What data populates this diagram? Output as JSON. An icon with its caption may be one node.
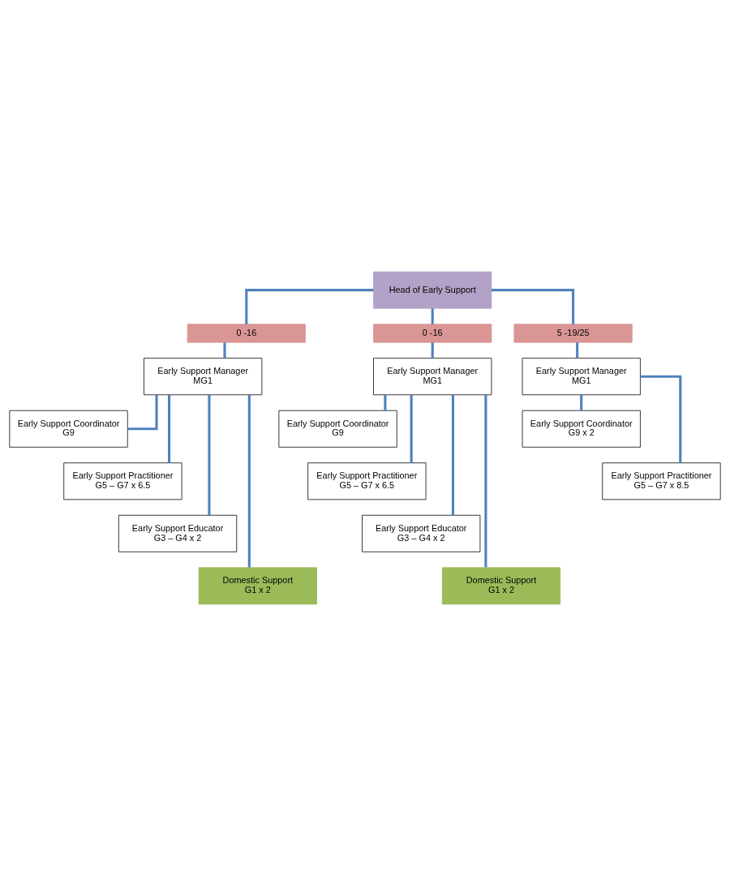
{
  "diagram": {
    "nodes": [
      {
        "text": [
          "Head of Early Support"
        ]
      },
      {
        "text": [
          "0 -16"
        ]
      },
      {
        "text": [
          "0 -16"
        ]
      },
      {
        "text": [
          "5 -19/25"
        ]
      },
      {
        "text": [
          "Early Support Manager",
          "MG1"
        ]
      },
      {
        "text": [
          "Early Support Manager",
          "MG1"
        ]
      },
      {
        "text": [
          "Early Support Manager",
          "MG1"
        ]
      },
      {
        "text": [
          "Early Support Coordinator",
          "G9"
        ]
      },
      {
        "text": [
          "Early Support Practitioner",
          "G5 – G7 x 6.5"
        ]
      },
      {
        "text": [
          "Early Support Educator",
          "G3 – G4 x 2"
        ]
      },
      {
        "text": [
          "Domestic Support",
          "G1 x 2"
        ]
      },
      {
        "text": [
          "Early Support Coordinator",
          "G9"
        ]
      },
      {
        "text": [
          "Early Support Practitioner",
          "G5 – G7 x 6.5"
        ]
      },
      {
        "text": [
          "Early Support Educator",
          "G3 – G4 x 2"
        ]
      },
      {
        "text": [
          "Domestic Support",
          "G1 x 2"
        ]
      },
      {
        "text": [
          "Early Support Coordinator",
          "G9 x 2"
        ]
      },
      {
        "text": [
          "Early Support Practitioner",
          "G5 – G7 x 8.5"
        ]
      }
    ],
    "edges": [
      {
        "from": 0,
        "to": 1,
        "arrow": "none"
      },
      {
        "from": 0,
        "to": 2,
        "arrow": "none"
      },
      {
        "from": 0,
        "to": 3,
        "arrow": "none"
      },
      {
        "from": 1,
        "to": 4,
        "arrow": "none"
      },
      {
        "from": 2,
        "to": 5,
        "arrow": "none"
      },
      {
        "from": 3,
        "to": 6,
        "arrow": "none"
      },
      {
        "from": 4,
        "to": 7,
        "arrow": "none"
      },
      {
        "from": 4,
        "to": 8,
        "arrow": "none"
      },
      {
        "from": 4,
        "to": 9,
        "arrow": "none"
      },
      {
        "from": 4,
        "to": 10,
        "arrow": "none"
      },
      {
        "from": 5,
        "to": 11,
        "arrow": "none"
      },
      {
        "from": 5,
        "to": 12,
        "arrow": "none"
      },
      {
        "from": 5,
        "to": 13,
        "arrow": "none"
      },
      {
        "from": 5,
        "to": 14,
        "arrow": "none"
      },
      {
        "from": 6,
        "to": 15,
        "arrow": "none"
      },
      {
        "from": 6,
        "to": 16,
        "arrow": "none"
      }
    ]
  }
}
